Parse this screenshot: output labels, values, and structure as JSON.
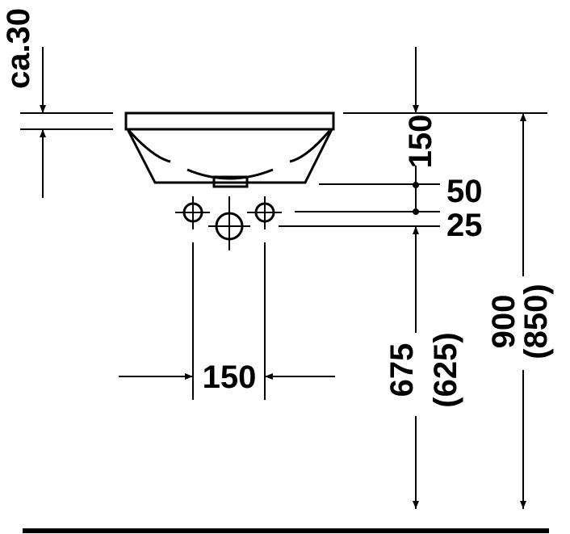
{
  "dimensions": {
    "overflow_height": "ca.30",
    "basin_height": "150",
    "drain_offset": "50",
    "tap_offset": "25",
    "tap_spacing": "150",
    "drain_height": "675",
    "drain_height_alt": "(625)",
    "rim_height": "900",
    "rim_height_alt": "(850)"
  },
  "colors": {
    "line": "#000000",
    "background": "#ffffff"
  }
}
